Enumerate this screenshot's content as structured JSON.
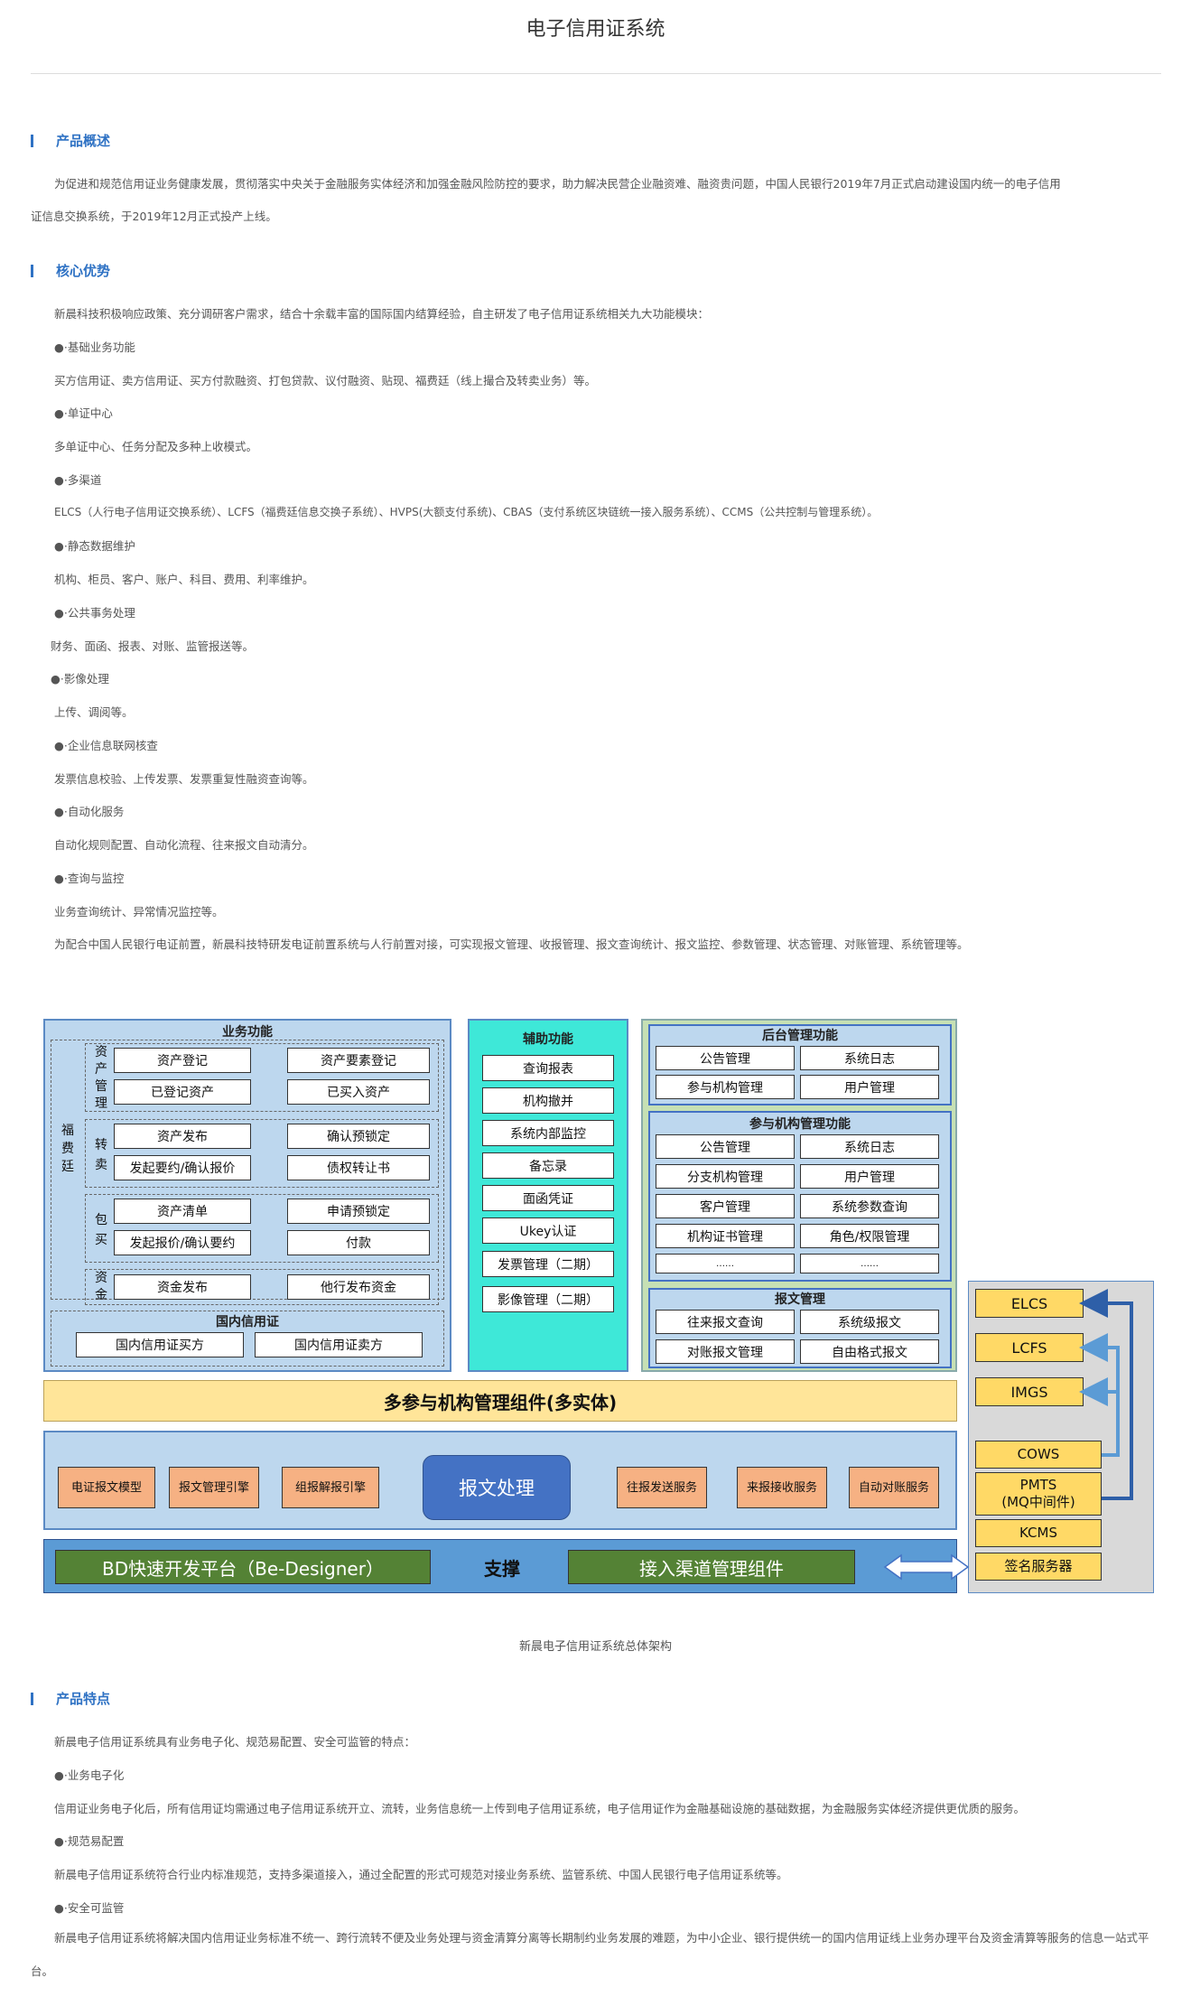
{
  "page": {
    "title": "电子信用证系统"
  },
  "overview": {
    "heading": "产品概述",
    "para_line1": "为促进和规范信用证业务健康发展，贯彻落实中央关于金融服务实体经济和加强金融风险防控的要求，助力解决民营企业融资难、融资贵问题，中国人民银行2019年7月正式启动建设国内统一的电子信用",
    "para_line2": "证信息交换系统，于2019年12月正式投产上线。"
  },
  "advantages": {
    "heading": "核心优势",
    "intro": "新晨科技积极响应政策、充分调研客户需求，结合十余载丰富的国际国内结算经验，自主研发了电子信用证系统相关九大功能模块：",
    "items": [
      {
        "title": "●·基础业务功能",
        "desc": "买方信用证、卖方信用证、买方付款融资、打包贷款、议付融资、贴现、福费廷（线上撮合及转卖业务）等。"
      },
      {
        "title": "●·单证中心",
        "desc": "多单证中心、任务分配及多种上收模式。"
      },
      {
        "title": "●·多渠道",
        "desc": "ELCS（人行电子信用证交换系统）、LCFS（福费廷信息交换子系统）、HVPS(大额支付系统)、CBAS（支付系统区块链统一接入服务系统）、CCMS（公共控制与管理系统）。"
      },
      {
        "title": "●·静态数据维护",
        "desc": "机构、柜员、客户、账户、科目、费用、利率维护。"
      },
      {
        "title": "●·公共事务处理",
        "desc": "财务、面函、报表、对账、监管报送等。"
      },
      {
        "title": "●·影像处理",
        "desc": "上传、调阅等。"
      },
      {
        "title": "●·企业信息联网核查",
        "desc": "发票信息校验、上传发票、发票重复性融资查询等。"
      },
      {
        "title": "●·自动化服务",
        "desc": "自动化规则配置、自动化流程、往来报文自动清分。"
      },
      {
        "title": "●·查询与监控",
        "desc": "业务查询统计、异常情况监控等。"
      }
    ],
    "closing": "为配合中国人民银行电证前置，新晨科技特研发电证前置系统与人行前置对接，可实现报文管理、收报管理、报文查询统计、报文监控、参数管理、状态管理、对账管理、系统管理等。"
  },
  "diagram": {
    "business": {
      "title": "业务功能",
      "forfaiting_label": "福费廷",
      "groups": [
        {
          "label": "资产管理",
          "cells": [
            "资产登记",
            "资产要素登记",
            "已登记资产",
            "已买入资产"
          ]
        },
        {
          "label": "转卖",
          "cells": [
            "资产发布",
            "确认预锁定",
            "发起要约/确认报价",
            "债权转让书"
          ]
        },
        {
          "label": "包买",
          "cells": [
            "资产清单",
            "申请预锁定",
            "发起报价/确认要约",
            "付款"
          ]
        },
        {
          "label": "资金",
          "cells": [
            "资金发布",
            "他行发布资金"
          ]
        }
      ],
      "domestic": {
        "title": "国内信用证",
        "cells": [
          "国内信用证买方",
          "国内信用证卖方"
        ]
      }
    },
    "aux": {
      "title": "辅助功能",
      "items": [
        "查询报表",
        "机构撤并",
        "系统内部监控",
        "备忘录",
        "面函凭证",
        "Ukey认证",
        "发票管理（二期）",
        "影像管理（二期）"
      ]
    },
    "backend": {
      "title": "后台管理功能",
      "items": [
        "公告管理",
        "系统日志",
        "参与机构管理",
        "用户管理"
      ]
    },
    "participant": {
      "title": "参与机构管理功能",
      "items": [
        "公告管理",
        "系统日志",
        "分支机构管理",
        "用户管理",
        "客户管理",
        "系统参数查询",
        "机构证书管理",
        "角色/权限管理",
        "……",
        "……"
      ]
    },
    "message_mgmt": {
      "title": "报文管理",
      "items": [
        "往来报文查询",
        "系统级报文",
        "对账报文管理",
        "自由格式报文"
      ]
    },
    "multi_component": "多参与机构管理组件(多实体)",
    "engines": [
      "电证报文模型",
      "报文管理引擎",
      "组报解报引擎",
      "往报发送服务",
      "来报接收服务",
      "自动对账服务"
    ],
    "message_processing": "报文处理",
    "support": {
      "left": "BD快速开发平台（Be-Designer）",
      "center": "支撑",
      "right": "接入渠道管理组件"
    },
    "external": [
      "ELCS",
      "LCFS",
      "IMGS",
      "COWS",
      "PMTS\n(MQ中间件)",
      "KCMS",
      "签名服务器"
    ],
    "colors": {
      "blue_panel": "#bdd7ee",
      "blue_border": "#5b8ac4",
      "teal_panel": "#3ee8d8",
      "green_panel": "#c6e0b4",
      "yellow": "#ffe599",
      "orange": "#f6b183",
      "dark_blue": "#4472c4",
      "support_bar": "#5b9bd5",
      "green_button": "#548235",
      "gray_panel": "#d9d9d9"
    }
  },
  "diagram_caption": "新晨电子信用证系统总体架构",
  "features": {
    "heading": "产品特点",
    "intro": "新晨电子信用证系统具有业务电子化、规范易配置、安全可监管的特点：",
    "items": [
      {
        "title": "●·业务电子化",
        "desc": "信用证业务电子化后，所有信用证均需通过电子信用证系统开立、流转，业务信息统一上传到电子信用证系统，电子信用证作为金融基础设施的基础数据，为金融服务实体经济提供更优质的服务。"
      },
      {
        "title": "●·规范易配置",
        "desc": "新晨电子信用证系统符合行业内标准规范，支持多渠道接入，通过全配置的形式可规范对接业务系统、监管系统、中国人民银行电子信用证系统等。"
      },
      {
        "title": "●·安全可监管",
        "desc": "新晨电子信用证系统将解决国内信用证业务标准不统一、跨行流转不便及业务处理与资金清算分离等长期制约业务发展的难题，为中小企业、银行提供统一的国内信用证线上业务办理平台及资金清算等服务的信息一站式平台。"
      }
    ]
  }
}
